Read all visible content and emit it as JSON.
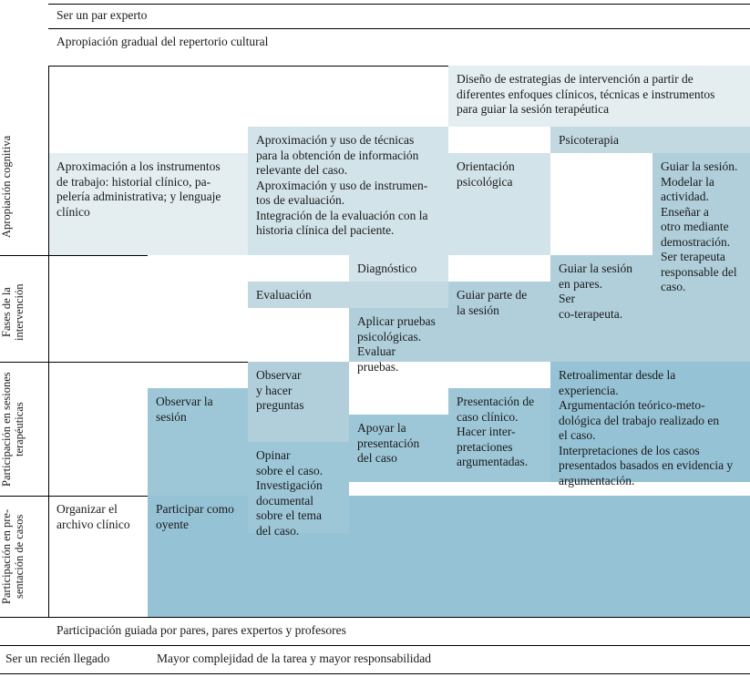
{
  "figure": {
    "type": "staircase-matrix-diagram",
    "palette": {
      "tint1": "#e4eef1",
      "tint2": "#d3e3ea",
      "tint3": "#c3d9e2",
      "tint4": "#b0cfdb",
      "tint5": "#9dc7d7",
      "tint6": "#95c2d4",
      "rule": "#000000",
      "text": "#1a1a1a"
    }
  },
  "banners": {
    "top1": "Ser un par experto",
    "top2": "Apropiación gradual del repertorio cultural",
    "bottom1": "Participación guiada por pares, pares expertos y profesores",
    "bottom2_left": "Ser un recién llegado",
    "bottom2_right": "Mayor complejidad de la tarea y mayor responsabilidad"
  },
  "row_labels": [
    {
      "id": "apropiacion-cognitiva",
      "text": "Apropiación cognitiva"
    },
    {
      "id": "fases-intervencion",
      "text": "Fases de la\nintervención"
    },
    {
      "id": "participacion-sesiones",
      "text": "Participación en sesiones\nterapéuticas"
    },
    {
      "id": "participacion-presentacion",
      "text": "Participación en pre-\nsentación de casos"
    }
  ],
  "plain_cells": [
    {
      "id": "organizar-archivo-clinico",
      "text": "Organizar el\narchivo clínico"
    }
  ],
  "blocks": [
    {
      "id": "diseno-estrategias",
      "text": "Diseño de estrategias de intervención a partir de\ndiferentes enfoques clínicos, técnicas e instrumentos\npara guiar la sesión terapéutica",
      "tint": "tint1"
    },
    {
      "id": "psicoterapia",
      "text": "Psicoterapia",
      "tint": "tint3"
    },
    {
      "id": "aproximacion-tecnicas",
      "text": "Aproximación y uso de técnicas\npara la obtención de información\nrelevante del caso.\nAproximación y uso de instrumen-\ntos de evaluación.\nIntegración de la evaluación con la\nhistoria clínica del paciente.",
      "tint": "tint2"
    },
    {
      "id": "aproximacion-instrumentos",
      "text": "Aproximación a los instrumentos\nde trabajo: historial clínico, pa-\npelería administrativa; y lenguaje\nclínico",
      "tint": "tint1"
    },
    {
      "id": "orientacion-psicologica",
      "text": "Orientación\npsicológica",
      "tint": "tint2"
    },
    {
      "id": "guiar-la-sesion-modelar",
      "text": "Guiar la sesión.\nModelar la\nactividad.\nEnseñar a\notro mediante\ndemostración.\nSer terapeuta\nresponsable del\ncaso.",
      "tint": "tint4"
    },
    {
      "id": "diagnostico",
      "text": "Diagnóstico",
      "tint": "tint2"
    },
    {
      "id": "evaluacion",
      "text": "Evaluación",
      "tint": "tint3"
    },
    {
      "id": "aplicar-pruebas",
      "text": "Aplicar pruebas\npsicológicas.\nEvaluar\npruebas.",
      "tint": "tint4"
    },
    {
      "id": "guiar-parte-sesion",
      "text": "Guiar parte de\nla sesión",
      "tint": "tint4"
    },
    {
      "id": "guiar-sesion-pares",
      "text": "Guiar la sesión\nen pares.\nSer\nco-terapeuta.",
      "tint": "tint4"
    },
    {
      "id": "observar-hacer-preguntas",
      "text": "Observar\ny hacer\npreguntas",
      "tint": "tint4"
    },
    {
      "id": "observar-la-sesion",
      "text": "Observar la\nsesión",
      "tint": "tint5"
    },
    {
      "id": "opinar-sobre-el-caso",
      "text": "Opinar\nsobre el caso.\nInvestigación\ndocumental\nsobre el tema\ndel caso.",
      "tint": "tint5"
    },
    {
      "id": "apoyar-presentacion",
      "text": "Apoyar la\npresentación\ndel caso",
      "tint": "tint5"
    },
    {
      "id": "presentacion-caso-clinico",
      "text": "Presentación de\ncaso clínico.\nHacer inter-\npretaciones\nargumentadas.",
      "tint": "tint5"
    },
    {
      "id": "retroalimentar-experiencia",
      "text": "Retroalimentar desde la\nexperiencia.\nArgumentación teórico-meto-\ndológica del trabajo realizado en\nel caso.\nInterpretaciones de los casos\npresentados basados en evidencia y\nargumentación.",
      "tint": "tint6"
    },
    {
      "id": "participar-como-oyente",
      "text": "Participar como\noyente",
      "tint": "tint6"
    }
  ]
}
